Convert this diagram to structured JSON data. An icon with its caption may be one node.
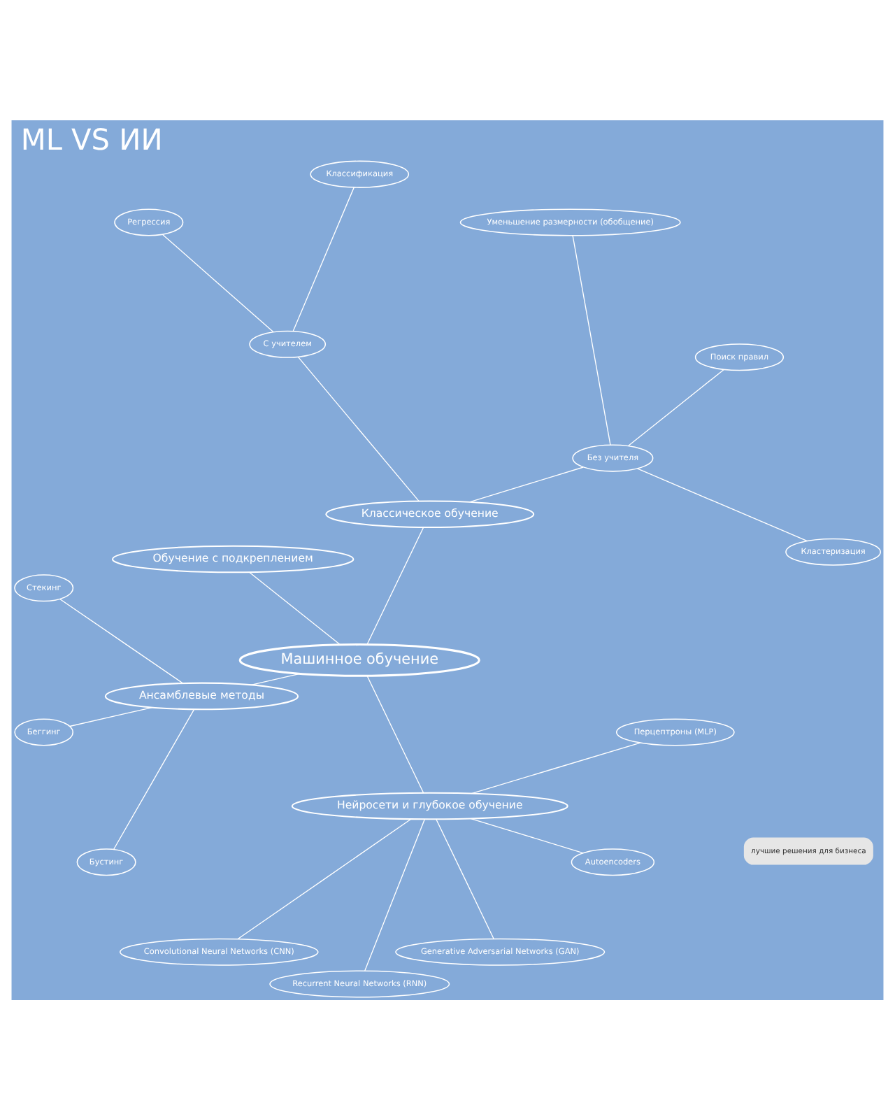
{
  "diagram": {
    "title": "ML VS ИИ",
    "nodes": [
      {
        "text": [
          "Машинное обучение"
        ]
      },
      {
        "text": [
          "Классическое обучение"
        ]
      },
      {
        "text": [
          "Без учителя"
        ]
      },
      {
        "text": [
          "С учителем"
        ]
      },
      {
        "text": [
          "Кластеризация"
        ]
      },
      {
        "text": [
          "Поиск правил"
        ]
      },
      {
        "text": [
          "Уменьшение размерности (обобщение)"
        ]
      },
      {
        "text": [
          "Классификация"
        ]
      },
      {
        "text": [
          "Регрессия"
        ]
      },
      {
        "text": [
          "Обучение с подкреплением"
        ]
      },
      {
        "text": [
          "Ансамблевые методы"
        ]
      },
      {
        "text": [
          "Стекинг"
        ]
      },
      {
        "text": [
          "Беггинг"
        ]
      },
      {
        "text": [
          "Бустинг"
        ]
      },
      {
        "text": [
          "Нейросети и глубокое обучение"
        ]
      },
      {
        "text": [
          "Convolutional Neural Networks (CNN)"
        ]
      },
      {
        "text": [
          "Recurrent Neural Networks (RNN)"
        ]
      },
      {
        "text": [
          "Generative Adversarial Networks (GAN)"
        ]
      },
      {
        "text": [
          "Autoencoders"
        ]
      },
      {
        "text": [
          "Перцептроны (MLP)"
        ]
      }
    ],
    "edges": [
      {
        "from": 0,
        "to": 1,
        "arrow": "none"
      },
      {
        "from": 1,
        "to": 2,
        "arrow": "none"
      },
      {
        "from": 1,
        "to": 3,
        "arrow": "none"
      },
      {
        "from": 2,
        "to": 4,
        "arrow": "none"
      },
      {
        "from": 2,
        "to": 5,
        "arrow": "none"
      },
      {
        "from": 2,
        "to": 6,
        "arrow": "none"
      },
      {
        "from": 3,
        "to": 7,
        "arrow": "none"
      },
      {
        "from": 3,
        "to": 8,
        "arrow": "none"
      },
      {
        "from": 0,
        "to": 9,
        "arrow": "none"
      },
      {
        "from": 0,
        "to": 10,
        "arrow": "none"
      },
      {
        "from": 10,
        "to": 11,
        "arrow": "none"
      },
      {
        "from": 10,
        "to": 12,
        "arrow": "none"
      },
      {
        "from": 10,
        "to": 13,
        "arrow": "none"
      },
      {
        "from": 0,
        "to": 14,
        "arrow": "none"
      },
      {
        "from": 14,
        "to": 15,
        "arrow": "none"
      },
      {
        "from": 14,
        "to": 16,
        "arrow": "none"
      },
      {
        "from": 14,
        "to": 17,
        "arrow": "none"
      },
      {
        "from": 14,
        "to": 18,
        "arrow": "none"
      },
      {
        "from": 14,
        "to": 19,
        "arrow": "none"
      }
    ],
    "labels": [
      "лучшие решения для бизнеса"
    ]
  }
}
